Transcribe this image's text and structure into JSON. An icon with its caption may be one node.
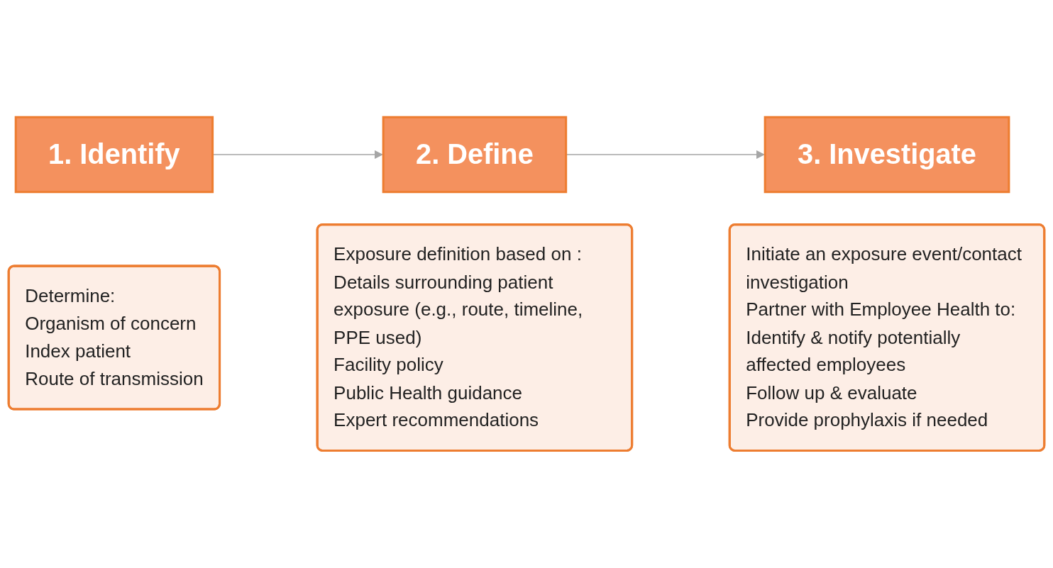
{
  "diagram": {
    "nodes": [
      {
        "text": [
          "1. Identify"
        ]
      },
      {
        "text": [
          "Determine:",
          "Organism of concern",
          "Index patient",
          "Route of transmission"
        ]
      },
      {
        "text": [
          "2. Define"
        ]
      },
      {
        "text": [
          "Exposure definition based on :",
          "Details surrounding patient  exposure (e.g., route, timeline, PPE used)",
          "Facility policy",
          "Public Health guidance",
          "Expert recommendations"
        ]
      },
      {
        "text": [
          "3. Investigate"
        ]
      },
      {
        "text": [
          "Initiate an exposure event/contact investigation",
          "Partner with Employee Health to:",
          "Identify & notify potentially affected employees",
          "Follow up & evaluate",
          "Provide prophylaxis if needed"
        ]
      }
    ],
    "edges": [
      {
        "from": 0,
        "to": 2,
        "arrow": "to"
      },
      {
        "from": 2,
        "to": 4,
        "arrow": "to"
      }
    ]
  }
}
